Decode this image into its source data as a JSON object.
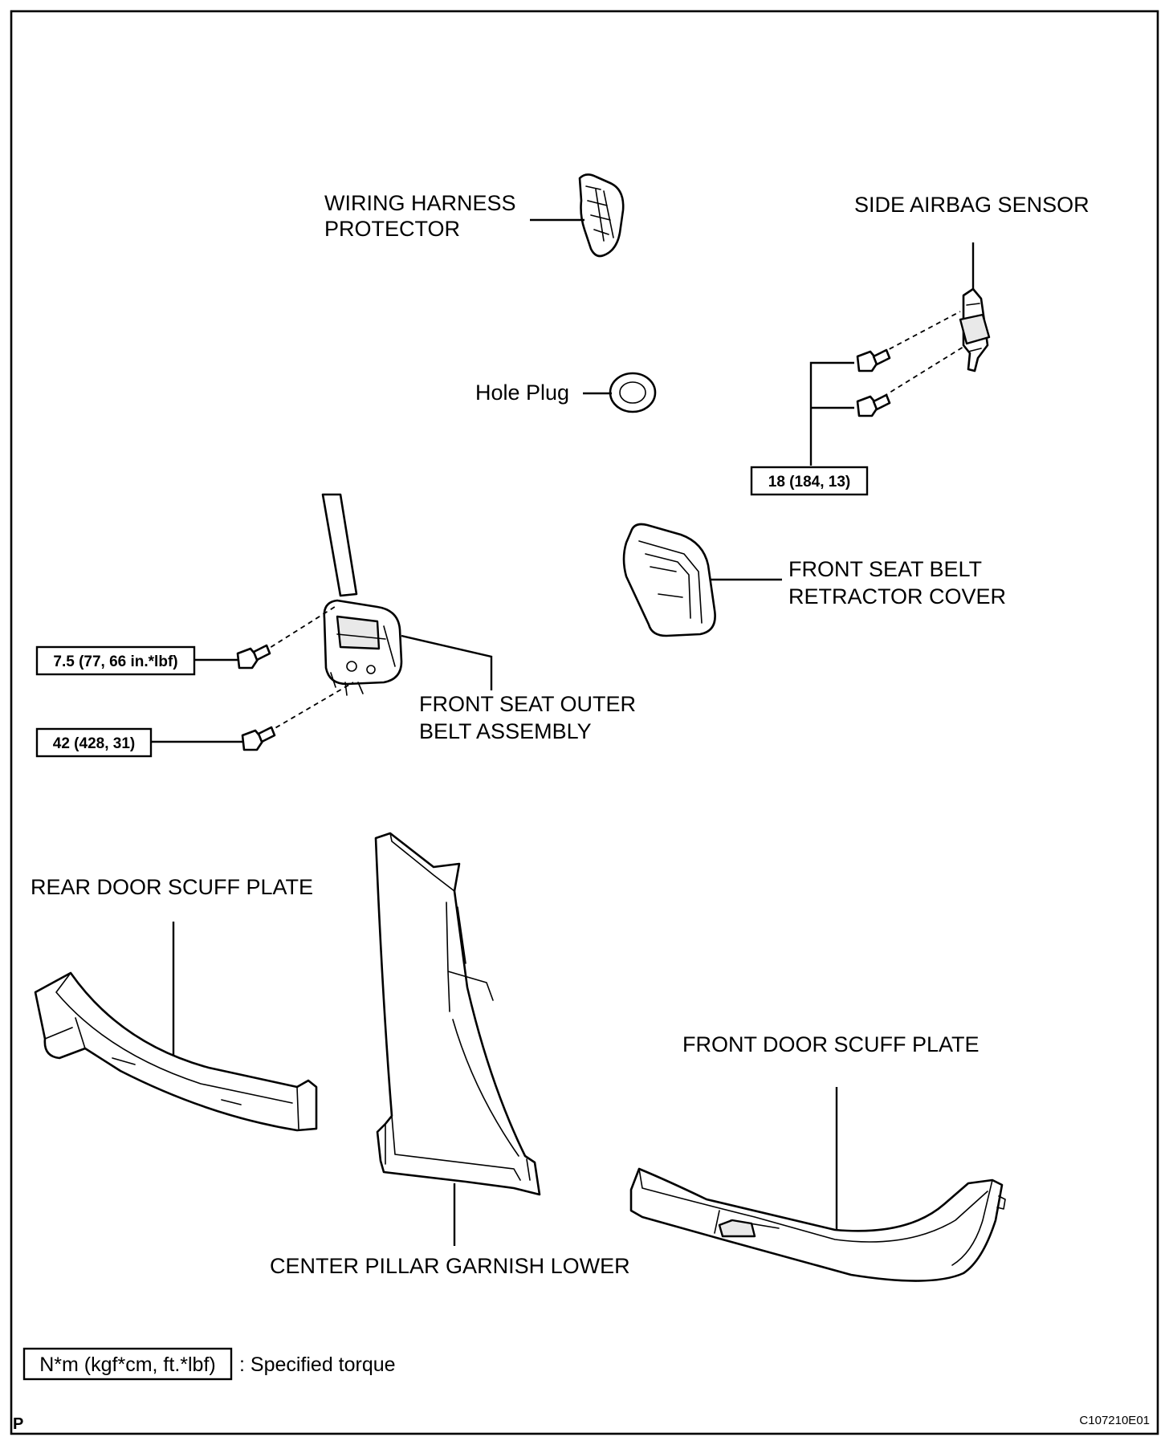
{
  "labels": {
    "wiring_harness_protector": [
      "WIRING HARNESS",
      "PROTECTOR"
    ],
    "side_airbag_sensor": "SIDE AIRBAG SENSOR",
    "hole_plug": "Hole Plug",
    "front_seat_belt_retractor_cover": [
      "FRONT SEAT BELT",
      "RETRACTOR COVER"
    ],
    "front_seat_outer_belt_assembly": [
      "FRONT SEAT OUTER",
      "BELT ASSEMBLY"
    ],
    "rear_door_scuff_plate": "REAR DOOR SCUFF PLATE",
    "front_door_scuff_plate": "FRONT DOOR SCUFF PLATE",
    "center_pillar_garnish_lower": "CENTER PILLAR GARNISH LOWER"
  },
  "torques": {
    "side_airbag_sensor_bolts": "18 (184, 13)",
    "belt_upper_bolt": "7.5 (77, 66 in.*lbf)",
    "belt_lower_bolt": "42 (428, 31)"
  },
  "legend": {
    "unit_box": "N*m (kgf*cm, ft.*lbf)",
    "description": ": Specified torque"
  },
  "corner_marks": {
    "bottom_left": "P",
    "figure_code": "C107210E01"
  }
}
